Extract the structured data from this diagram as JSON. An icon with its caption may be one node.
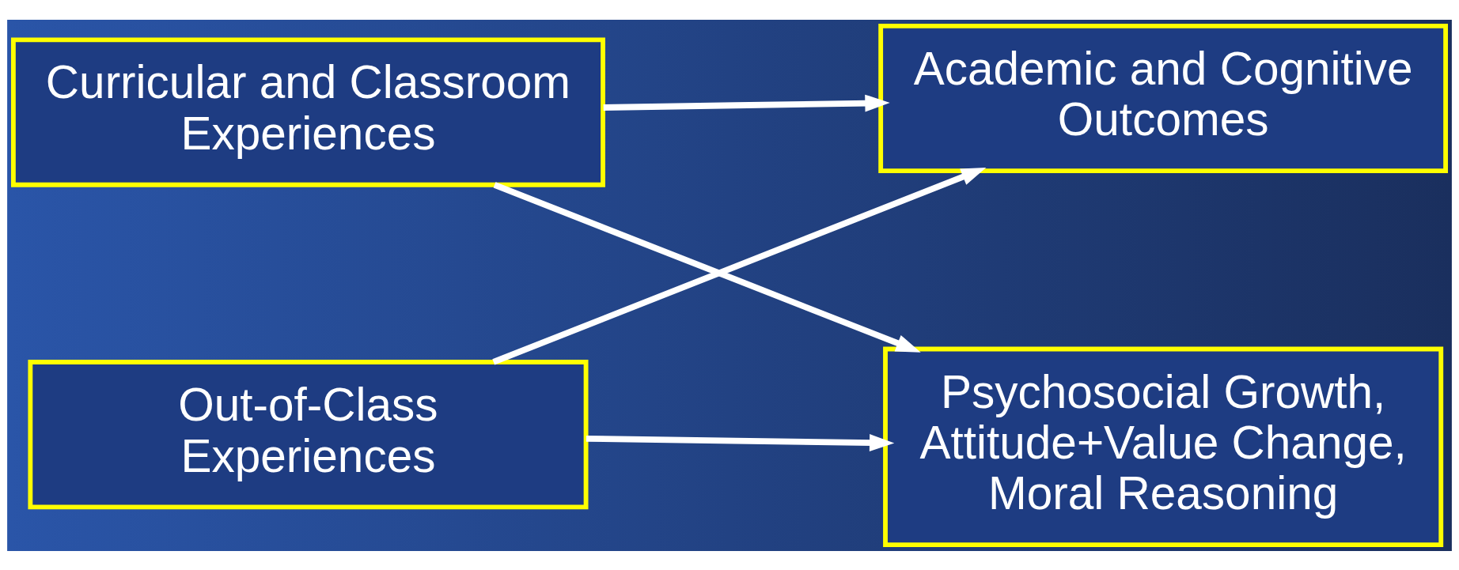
{
  "diagram": {
    "nodes": [
      {
        "text": [
          "Curricular and Classroom Experiences"
        ]
      },
      {
        "text": [
          "Academic and Cognitive Outcomes"
        ]
      },
      {
        "text": [
          "Out-of-Class Experiences"
        ]
      },
      {
        "text": [
          "Psychosocial Growth, Attitude+Value Change, Moral Reasoning"
        ]
      }
    ],
    "edges": [
      {
        "from": 0,
        "to": 1,
        "arrow": "to"
      },
      {
        "from": 0,
        "to": 3,
        "arrow": "to"
      },
      {
        "from": 2,
        "to": 1,
        "arrow": "to"
      },
      {
        "from": 2,
        "to": 3,
        "arrow": "to"
      }
    ]
  }
}
